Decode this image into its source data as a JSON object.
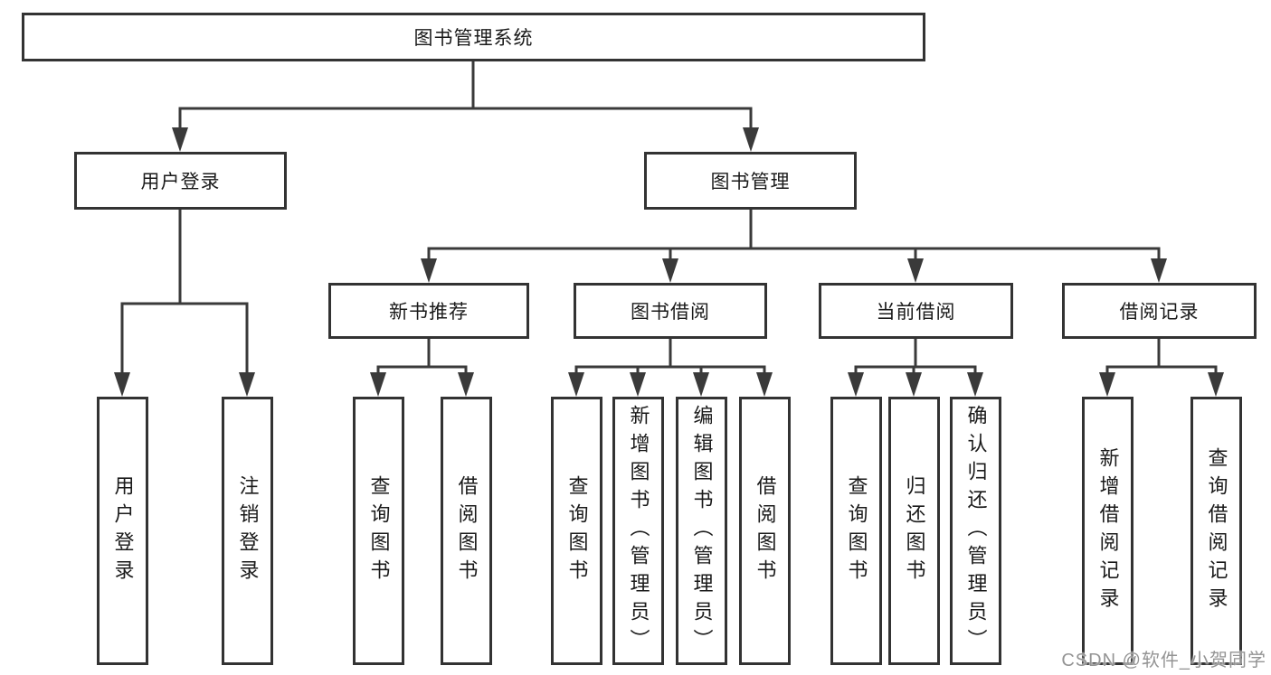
{
  "boxes": {
    "root": "图书管理系统",
    "l2": [
      "用户登录",
      "图书管理"
    ],
    "l3": [
      "新书推荐",
      "图书借阅",
      "当前借阅",
      "借阅记录"
    ],
    "leaves": [
      "用户登录",
      "注销登录",
      "查询图书",
      "借阅图书",
      "查询图书",
      "新增图书（管理员）",
      "编辑图书（管理员）",
      "借阅图书",
      "查询图书",
      "归还图书",
      "确认归还（管理员）",
      "新增借阅记录",
      "查询借阅记录"
    ]
  },
  "hierarchy": {
    "图书管理系统": {
      "用户登录": [
        "用户登录",
        "注销登录"
      ],
      "图书管理": {
        "新书推荐": [
          "查询图书",
          "借阅图书"
        ],
        "图书借阅": [
          "查询图书",
          "新增图书（管理员）",
          "编辑图书（管理员）",
          "借阅图书"
        ],
        "当前借阅": [
          "查询图书",
          "归还图书",
          "确认归还（管理员）"
        ],
        "借阅记录": [
          "新增借阅记录",
          "查询借阅记录"
        ]
      }
    }
  },
  "watermark": {
    "text": "CSDN @软件_小贺同学"
  },
  "colors": {
    "line": "#3a3a3a",
    "box_border": "#333333",
    "box_fill": "#ffffff",
    "label": "#1a1a1a",
    "watermark": "#949494",
    "background": "#ffffff"
  }
}
